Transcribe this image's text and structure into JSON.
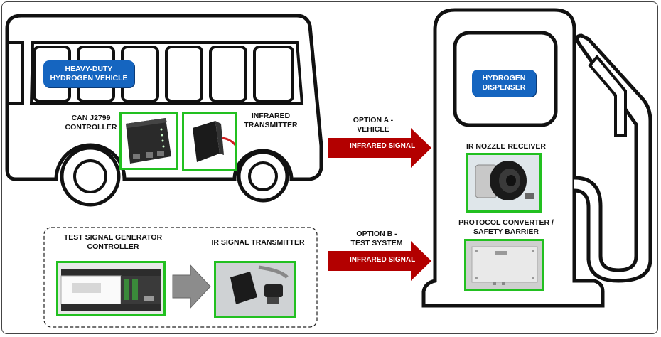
{
  "labels": {
    "vehicle": "HEAVY-DUTY\nHYDROGEN VEHICLE",
    "dispenser": "HYDROGEN\nDISPENSER",
    "can_controller": "CAN J2799\nCONTROLLER",
    "ir_transmitter": "INFRARED\nTRANSMITTER",
    "option_a": "OPTION A -\nVEHICLE",
    "option_b": "OPTION B -\nTEST SYSTEM",
    "infrared_signal_a": "INFRARED SIGNAL",
    "infrared_signal_b": "INFRARED SIGNAL",
    "ir_nozzle_receiver": "IR NOZZLE RECEIVER",
    "protocol_converter": "PROTOCOL CONVERTER /\nSAFETY BARRIER",
    "test_signal_generator": "TEST SIGNAL GENERATOR\nCONTROLLER",
    "ir_signal_transmitter": "IR SIGNAL TRANSMITTER"
  },
  "colors": {
    "pill_blue": "#1565c0",
    "frame_green": "#22c020",
    "arrow_red": "#b30000",
    "outline_black": "#111111"
  }
}
